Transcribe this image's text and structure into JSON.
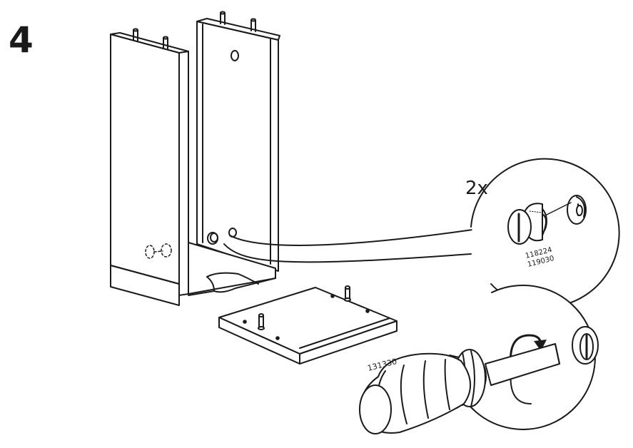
{
  "step": {
    "number": "4"
  },
  "callout_detail": {
    "quantity": "2x",
    "part_numbers": [
      "118224",
      "119030"
    ]
  },
  "callout_tool": {
    "tool_part_number": "131330"
  }
}
